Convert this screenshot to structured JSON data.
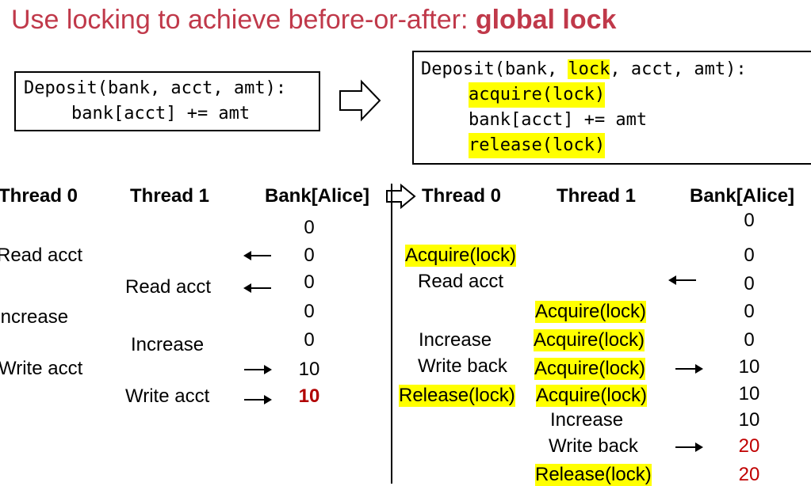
{
  "title": {
    "prefix": "Use locking to achieve before-or-after: ",
    "emphasis": "global lock"
  },
  "code_left": {
    "line1": "Deposit(bank, acct, amt):",
    "line2": "bank[acct] += amt"
  },
  "code_right": {
    "line1_a": "Deposit(bank, ",
    "line1_lock": "lock",
    "line1_b": ", acct, amt):",
    "line2": "acquire(lock)",
    "line3": "bank[acct] += amt",
    "line4": "release(lock)"
  },
  "left_table": {
    "headers": [
      "Thread 0",
      "Thread 1",
      "Bank[Alice]"
    ],
    "balances": [
      "0",
      "0",
      "0",
      "0",
      "0",
      "10",
      "10"
    ],
    "t0": [
      "Read acct",
      "Increase",
      "Write acct"
    ],
    "t1": [
      "Read acct",
      "Increase",
      "Write acct"
    ]
  },
  "right_table": {
    "headers": [
      "Thread 0",
      "Thread 1",
      "Bank[Alice]"
    ],
    "balances": [
      "0",
      "0",
      "0",
      "0",
      "0",
      "10",
      "10",
      "10",
      "20",
      "20"
    ],
    "t0": [
      "Acquire(lock)",
      "Read acct",
      "Increase",
      "Write back",
      "Release(lock)"
    ],
    "t1": [
      "Acquire(lock)",
      "Acquire(lock)",
      "Acquire(lock)",
      "Acquire(lock)",
      "Increase",
      "Write back",
      "Release(lock)"
    ]
  },
  "icons": [
    "hollow-right-arrow-icon",
    "left-arrow-icon",
    "right-arrow-icon"
  ],
  "colors": {
    "title": "#c0394a",
    "highlight": "#ffff00",
    "result": "#c00000"
  }
}
